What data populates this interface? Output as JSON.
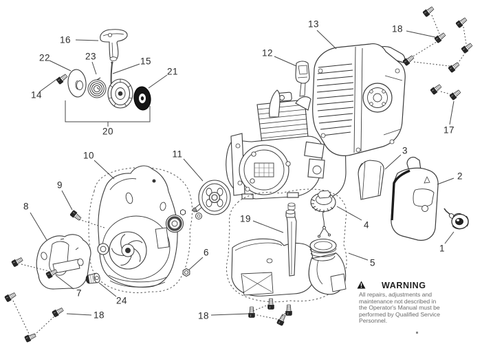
{
  "diagram": {
    "background": "#ffffff",
    "line_color": "#3a3a3a",
    "dark_fill": "#161616"
  },
  "icons": {
    "warning": "triangle-exclamation"
  },
  "callouts": {
    "1": {
      "label": "1"
    },
    "2": {
      "label": "2"
    },
    "3": {
      "label": "3"
    },
    "4": {
      "label": "4"
    },
    "5": {
      "label": "5"
    },
    "6": {
      "label": "6"
    },
    "7": {
      "label": "7"
    },
    "8": {
      "label": "8"
    },
    "9": {
      "label": "9"
    },
    "10": {
      "label": "10"
    },
    "11": {
      "label": "11"
    },
    "12": {
      "label": "12"
    },
    "13": {
      "label": "13"
    },
    "14": {
      "label": "14"
    },
    "15": {
      "label": "15"
    },
    "16": {
      "label": "16"
    },
    "17": {
      "label": "17"
    },
    "19": {
      "label": "19"
    },
    "20": {
      "label": "20"
    },
    "21": {
      "label": "21"
    },
    "22": {
      "label": "22"
    },
    "23": {
      "label": "23"
    },
    "24": {
      "label": "24"
    },
    "18_top_right": {
      "label": "18"
    },
    "18_bottom_left": {
      "label": "18"
    },
    "18_bottom_middle": {
      "label": "18"
    }
  },
  "warning": {
    "title": "WARNING",
    "lines": [
      "All repairs, adjustments and",
      "maintenance not described in",
      "the Operator's Manual must be",
      "performed by Qualified Service",
      "Personnel."
    ]
  }
}
